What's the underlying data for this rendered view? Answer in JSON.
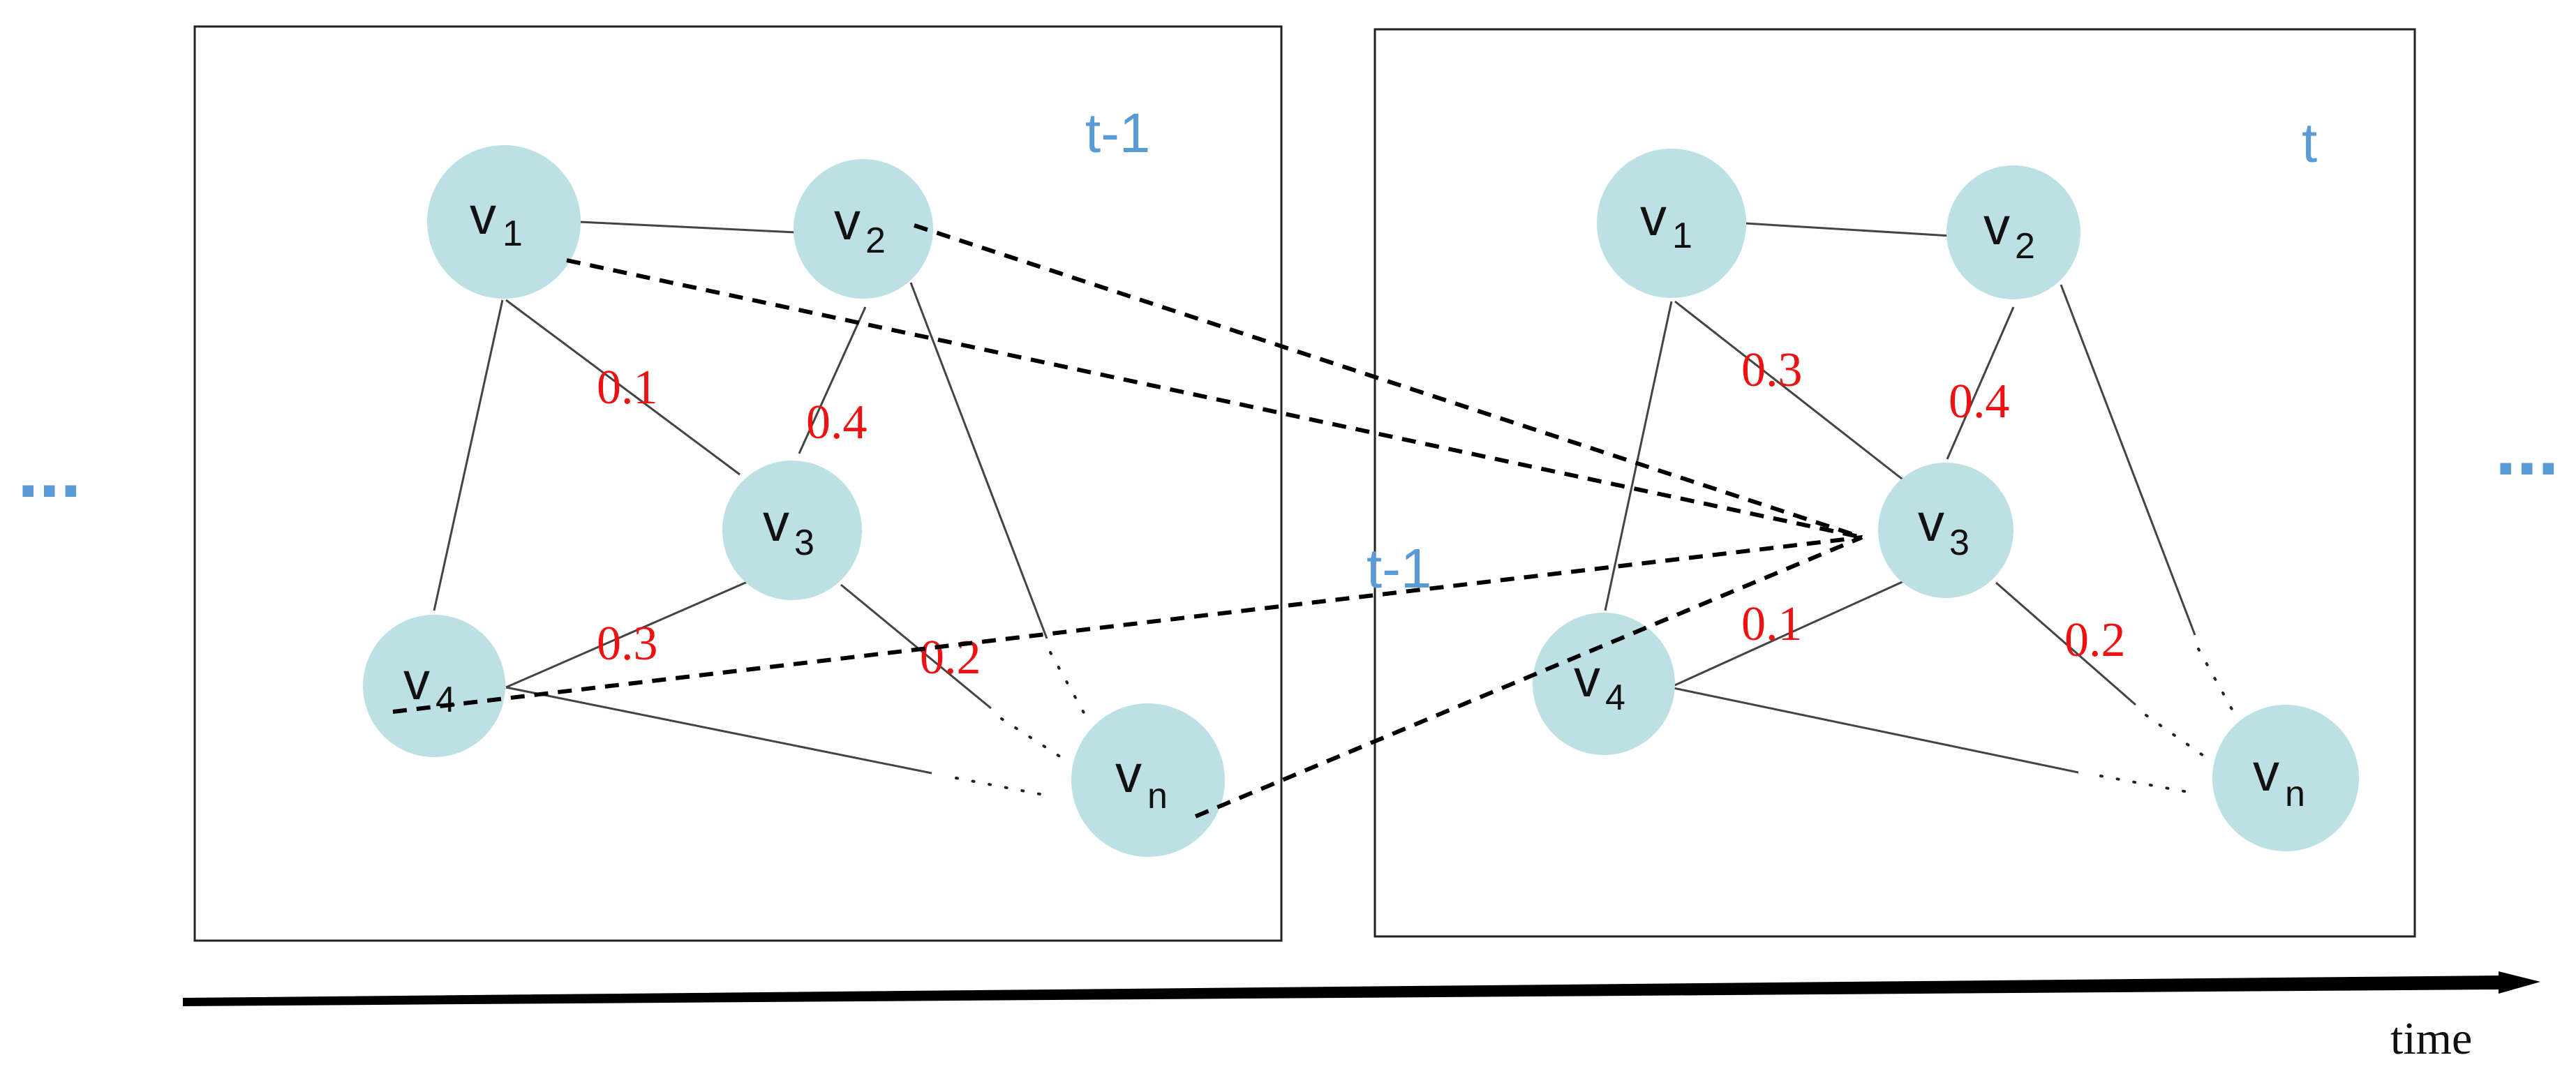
{
  "colors": {
    "node_fill": "#bde0e4",
    "weight": "#ee1111",
    "time_label": "#5b9bd5",
    "edge": "#444444"
  },
  "left_ellipsis": "...",
  "right_ellipsis": "...",
  "axis": {
    "label": "time"
  },
  "snapshots": [
    {
      "id": "prev",
      "time_label": "t-1",
      "nodes": [
        {
          "id": "v1",
          "base": "v",
          "sub": "1"
        },
        {
          "id": "v2",
          "base": "v",
          "sub": "2"
        },
        {
          "id": "v3",
          "base": "v",
          "sub": "3"
        },
        {
          "id": "v4",
          "base": "v",
          "sub": "4"
        },
        {
          "id": "vn",
          "base": "v",
          "sub": "n"
        }
      ],
      "weights": [
        {
          "edge": "v1-v3",
          "value": "0.1"
        },
        {
          "edge": "v2-v3",
          "value": "0.4"
        },
        {
          "edge": "v4-v3",
          "value": "0.3"
        },
        {
          "edge": "v3-vn",
          "value": "0.2"
        }
      ]
    },
    {
      "id": "curr",
      "time_label": "t",
      "nodes": [
        {
          "id": "v1",
          "base": "v",
          "sub": "1"
        },
        {
          "id": "v2",
          "base": "v",
          "sub": "2"
        },
        {
          "id": "v3",
          "base": "v",
          "sub": "3"
        },
        {
          "id": "v4",
          "base": "v",
          "sub": "4"
        },
        {
          "id": "vn",
          "base": "v",
          "sub": "n"
        }
      ],
      "weights": [
        {
          "edge": "v1-v3",
          "value": "0.3"
        },
        {
          "edge": "v2-v3",
          "value": "0.4"
        },
        {
          "edge": "v4-v3",
          "value": "0.1"
        },
        {
          "edge": "v3-vn",
          "value": "0.2"
        }
      ]
    }
  ],
  "cross_edge_label": "t-1",
  "cross_edges_into": "v3 (t)",
  "cross_edges_from": [
    "v1 (t-1)",
    "v2 (t-1)",
    "v4 (t-1)",
    "vn (t-1)"
  ]
}
